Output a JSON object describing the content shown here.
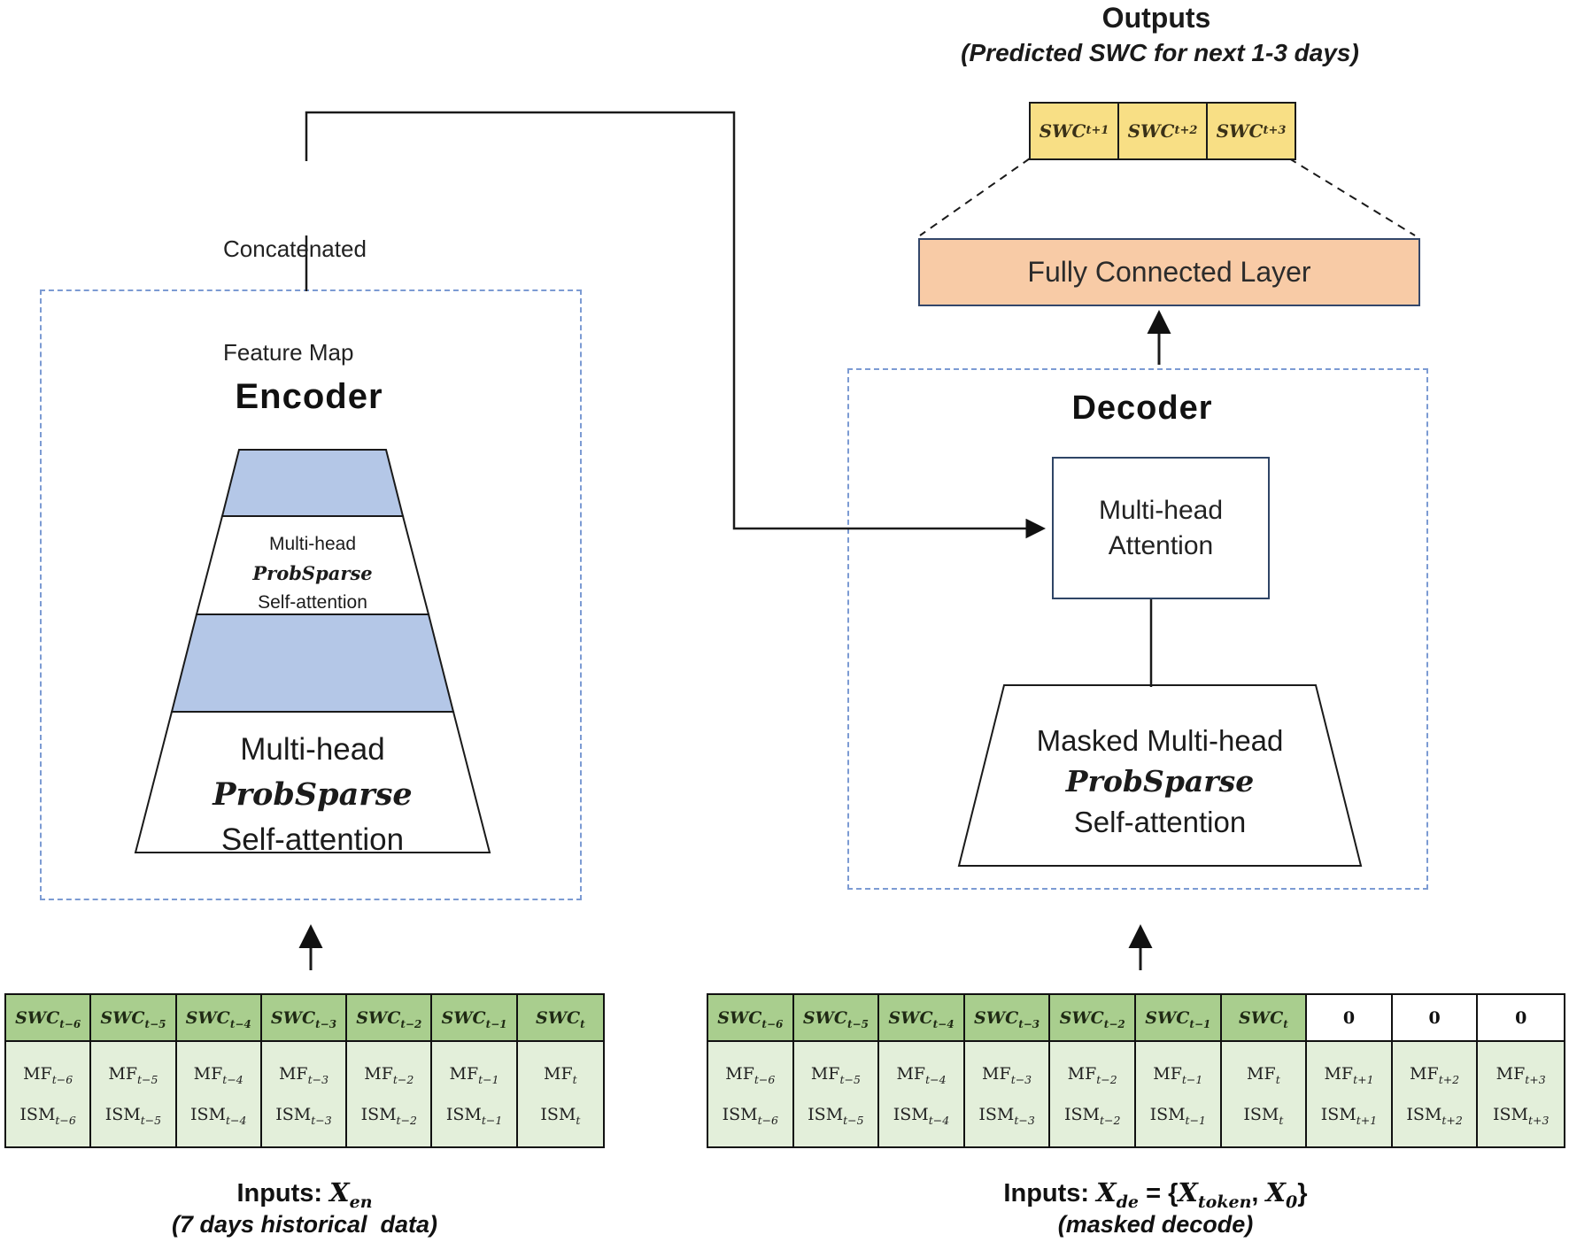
{
  "outputs": {
    "title": "Outputs",
    "subtitle": "(Predicted SWC for next 1-3 days)",
    "cells": [
      {
        "base": "SWC",
        "sub": "t+1"
      },
      {
        "base": "SWC",
        "sub": "t+2"
      },
      {
        "base": "SWC",
        "sub": "t+3"
      }
    ]
  },
  "fc_layer": {
    "label": "Fully Connected Layer"
  },
  "connector": {
    "label_line1": "Concatenated",
    "label_line2": "Feature Map"
  },
  "encoder": {
    "title": "Encoder",
    "small_lines": [
      "Multi-head",
      "ProbSparse",
      "Self-attention"
    ],
    "big_lines": [
      "Multi-head",
      "ProbSparse",
      "Self-attention"
    ]
  },
  "decoder": {
    "title": "Decoder",
    "mha_line1": "Multi-head",
    "mha_line2": "Attention",
    "masked_lines": [
      "Masked Multi-head",
      "ProbSparse",
      "Self-attention"
    ]
  },
  "encoder_table": {
    "columns": [
      {
        "h": [
          "SWC",
          "t−6"
        ],
        "mf": [
          "MF",
          "t−6"
        ],
        "ism": [
          "ISM",
          "t−6"
        ]
      },
      {
        "h": [
          "SWC",
          "t−5"
        ],
        "mf": [
          "MF",
          "t−5"
        ],
        "ism": [
          "ISM",
          "t−5"
        ]
      },
      {
        "h": [
          "SWC",
          "t−4"
        ],
        "mf": [
          "MF",
          "t−4"
        ],
        "ism": [
          "ISM",
          "t−4"
        ]
      },
      {
        "h": [
          "SWC",
          "t−3"
        ],
        "mf": [
          "MF",
          "t−3"
        ],
        "ism": [
          "ISM",
          "t−3"
        ]
      },
      {
        "h": [
          "SWC",
          "t−2"
        ],
        "mf": [
          "MF",
          "t−2"
        ],
        "ism": [
          "ISM",
          "t−2"
        ]
      },
      {
        "h": [
          "SWC",
          "t−1"
        ],
        "mf": [
          "MF",
          "t−1"
        ],
        "ism": [
          "ISM",
          "t−1"
        ]
      },
      {
        "h": [
          "SWC",
          "t"
        ],
        "mf": [
          "MF",
          "t"
        ],
        "ism": [
          "ISM",
          "t"
        ]
      }
    ]
  },
  "decoder_table": {
    "columns": [
      {
        "h": [
          "SWC",
          "t−6"
        ],
        "mf": [
          "MF",
          "t−6"
        ],
        "ism": [
          "ISM",
          "t−6"
        ]
      },
      {
        "h": [
          "SWC",
          "t−5"
        ],
        "mf": [
          "MF",
          "t−5"
        ],
        "ism": [
          "ISM",
          "t−5"
        ]
      },
      {
        "h": [
          "SWC",
          "t−4"
        ],
        "mf": [
          "MF",
          "t−4"
        ],
        "ism": [
          "ISM",
          "t−4"
        ]
      },
      {
        "h": [
          "SWC",
          "t−3"
        ],
        "mf": [
          "MF",
          "t−3"
        ],
        "ism": [
          "ISM",
          "t−3"
        ]
      },
      {
        "h": [
          "SWC",
          "t−2"
        ],
        "mf": [
          "MF",
          "t−2"
        ],
        "ism": [
          "ISM",
          "t−2"
        ]
      },
      {
        "h": [
          "SWC",
          "t−1"
        ],
        "mf": [
          "MF",
          "t−1"
        ],
        "ism": [
          "ISM",
          "t−1"
        ]
      },
      {
        "h": [
          "SWC",
          "t"
        ],
        "mf": [
          "MF",
          "t"
        ],
        "ism": [
          "ISM",
          "t"
        ]
      },
      {
        "h": [
          "0",
          ""
        ],
        "zero": true,
        "mf": [
          "MF",
          "t+1"
        ],
        "ism": [
          "ISM",
          "t+1"
        ]
      },
      {
        "h": [
          "0",
          ""
        ],
        "zero": true,
        "mf": [
          "MF",
          "t+2"
        ],
        "ism": [
          "ISM",
          "t+2"
        ]
      },
      {
        "h": [
          "0",
          ""
        ],
        "zero": true,
        "mf": [
          "MF",
          "t+3"
        ],
        "ism": [
          "ISM",
          "t+3"
        ]
      }
    ]
  },
  "captions": {
    "encoder_line1": [
      {
        "t": "Inputs: "
      },
      {
        "t": "X",
        "i": 1
      },
      {
        "t": "en",
        "i": 1,
        "s": 1
      }
    ],
    "encoder_line2": "(7 days historical  data)",
    "decoder_line1": [
      {
        "t": "Inputs: "
      },
      {
        "t": "X",
        "i": 1
      },
      {
        "t": "de",
        "i": 1,
        "s": 1
      },
      {
        "t": " = {"
      },
      {
        "t": "X",
        "i": 1
      },
      {
        "t": "token",
        "i": 1,
        "s": 1
      },
      {
        "t": ", "
      },
      {
        "t": "X",
        "i": 1
      },
      {
        "t": "0",
        "s": 1
      },
      {
        "t": "}"
      }
    ],
    "decoder_line2": "(masked decode)"
  },
  "colors": {
    "band_blue": "#b4c7e7",
    "fc_peach": "#f8cba6",
    "output_yellow": "#f8df85",
    "table_header_green": "#a9ce8e",
    "table_body_green": "#e3efda",
    "dashed_border_blue": "#7c9bd3",
    "box_border_navy": "#2f4566"
  }
}
